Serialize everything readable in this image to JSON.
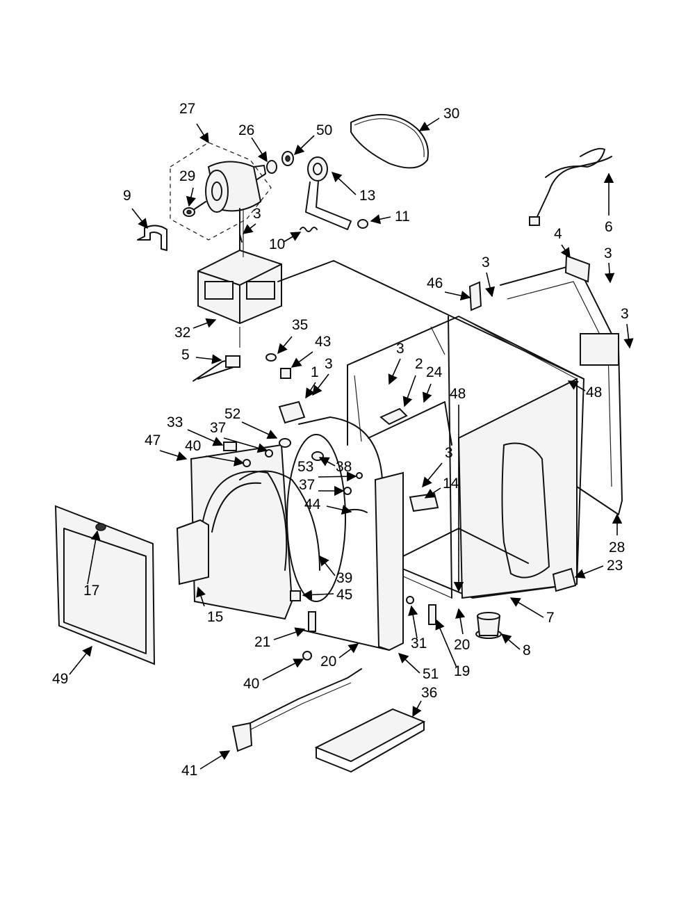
{
  "callouts": [
    {
      "id": "c27a",
      "text": "27"
    },
    {
      "id": "c26",
      "text": "26"
    },
    {
      "id": "c50",
      "text": "50"
    },
    {
      "id": "c30",
      "text": "30"
    },
    {
      "id": "c29",
      "text": "29"
    },
    {
      "id": "c9",
      "text": "9"
    },
    {
      "id": "c13",
      "text": "13"
    },
    {
      "id": "c3a",
      "text": "3"
    },
    {
      "id": "c11",
      "text": "11"
    },
    {
      "id": "c10",
      "text": "10"
    },
    {
      "id": "c6",
      "text": "6"
    },
    {
      "id": "c4",
      "text": "4"
    },
    {
      "id": "c3b",
      "text": "3"
    },
    {
      "id": "c3c",
      "text": "3"
    },
    {
      "id": "c46",
      "text": "46"
    },
    {
      "id": "c3d",
      "text": "3"
    },
    {
      "id": "c32",
      "text": "32"
    },
    {
      "id": "c35",
      "text": "35"
    },
    {
      "id": "c43",
      "text": "43"
    },
    {
      "id": "c5",
      "text": "5"
    },
    {
      "id": "c3e",
      "text": "3"
    },
    {
      "id": "c2",
      "text": "2"
    },
    {
      "id": "c24",
      "text": "24"
    },
    {
      "id": "c1",
      "text": "1"
    },
    {
      "id": "c3f",
      "text": "3"
    },
    {
      "id": "c48a",
      "text": "48"
    },
    {
      "id": "c48b",
      "text": "48"
    },
    {
      "id": "c52",
      "text": "52"
    },
    {
      "id": "c33",
      "text": "33"
    },
    {
      "id": "c37a",
      "text": "37"
    },
    {
      "id": "c47",
      "text": "47"
    },
    {
      "id": "c40a",
      "text": "40"
    },
    {
      "id": "c38",
      "text": "38"
    },
    {
      "id": "c53",
      "text": "53"
    },
    {
      "id": "c3g",
      "text": "3"
    },
    {
      "id": "c37b",
      "text": "37"
    },
    {
      "id": "c14",
      "text": "14"
    },
    {
      "id": "c44",
      "text": "44"
    },
    {
      "id": "c28",
      "text": "28"
    },
    {
      "id": "c23",
      "text": "23"
    },
    {
      "id": "c17",
      "text": "17"
    },
    {
      "id": "c39",
      "text": "39"
    },
    {
      "id": "c45",
      "text": "45"
    },
    {
      "id": "c15",
      "text": "15"
    },
    {
      "id": "c7",
      "text": "7"
    },
    {
      "id": "c21",
      "text": "21"
    },
    {
      "id": "c31",
      "text": "31"
    },
    {
      "id": "c20a",
      "text": "20"
    },
    {
      "id": "c8",
      "text": "8"
    },
    {
      "id": "c49",
      "text": "49"
    },
    {
      "id": "c20b",
      "text": "20"
    },
    {
      "id": "c19",
      "text": "19"
    },
    {
      "id": "c40b",
      "text": "40"
    },
    {
      "id": "c51",
      "text": "51"
    },
    {
      "id": "c36",
      "text": "36"
    },
    {
      "id": "c41",
      "text": "41"
    }
  ]
}
